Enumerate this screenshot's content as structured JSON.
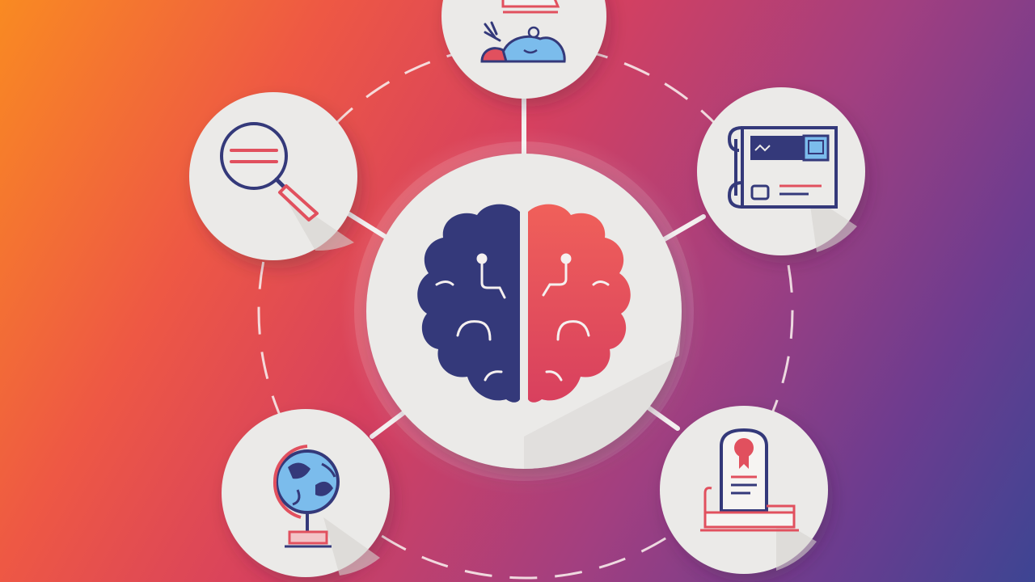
{
  "illustration": {
    "subject": "brain-network-infographic",
    "colors": {
      "background_start": "#f98a22",
      "background_mid": "#d6405f",
      "background_end": "#3d4593",
      "node_fill": "#ebeae8",
      "brain_left": "#34397a",
      "brain_right": "#e8505b",
      "accent_red": "#e1505e",
      "accent_blue": "#7bbcec",
      "line_color": "#f4f0f0"
    },
    "nodes": [
      {
        "id": "center",
        "icon": "brain-icon"
      },
      {
        "id": "top",
        "icon": "landscape-sculpture-icon"
      },
      {
        "id": "upper-left",
        "icon": "magnifier-icon"
      },
      {
        "id": "upper-right",
        "icon": "blueprint-scroll-icon"
      },
      {
        "id": "lower-left",
        "icon": "globe-icon"
      },
      {
        "id": "lower-right",
        "icon": "certificate-icon"
      }
    ]
  }
}
